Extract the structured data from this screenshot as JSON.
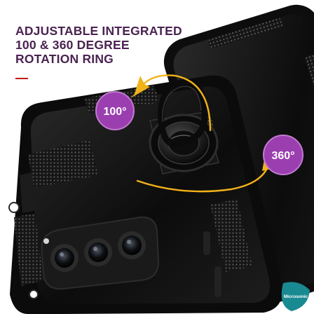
{
  "headline": {
    "lines": [
      "ADJUSTABLE INTEGRATED",
      "100 & 360 DEGREE",
      "ROTATION RING"
    ],
    "color": "#4b2352",
    "dash_color": "#c01a1a"
  },
  "badges": {
    "tilt": "100°",
    "rotate": "360°",
    "color": "#9b3fb0",
    "arrow_color": "#f2b318"
  },
  "brand": {
    "name": "Microsonic",
    "color": "#1a8a92"
  },
  "icons": [
    "camera-lens-icon",
    "curved-arrow-icon",
    "ring-holder-icon"
  ]
}
